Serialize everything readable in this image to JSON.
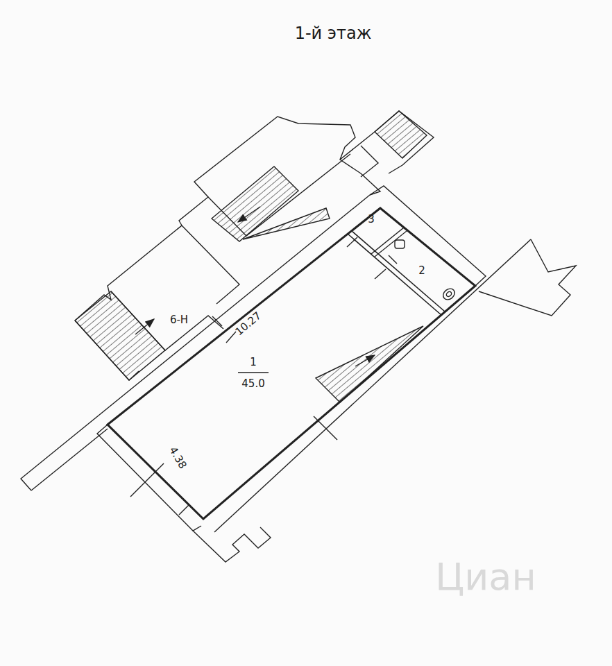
{
  "diagram": {
    "title": "1-й этаж",
    "labels": [
      "3",
      "2",
      "6-Н",
      "10.27",
      "1",
      "45.0",
      "4.38",
      "Циан"
    ]
  }
}
